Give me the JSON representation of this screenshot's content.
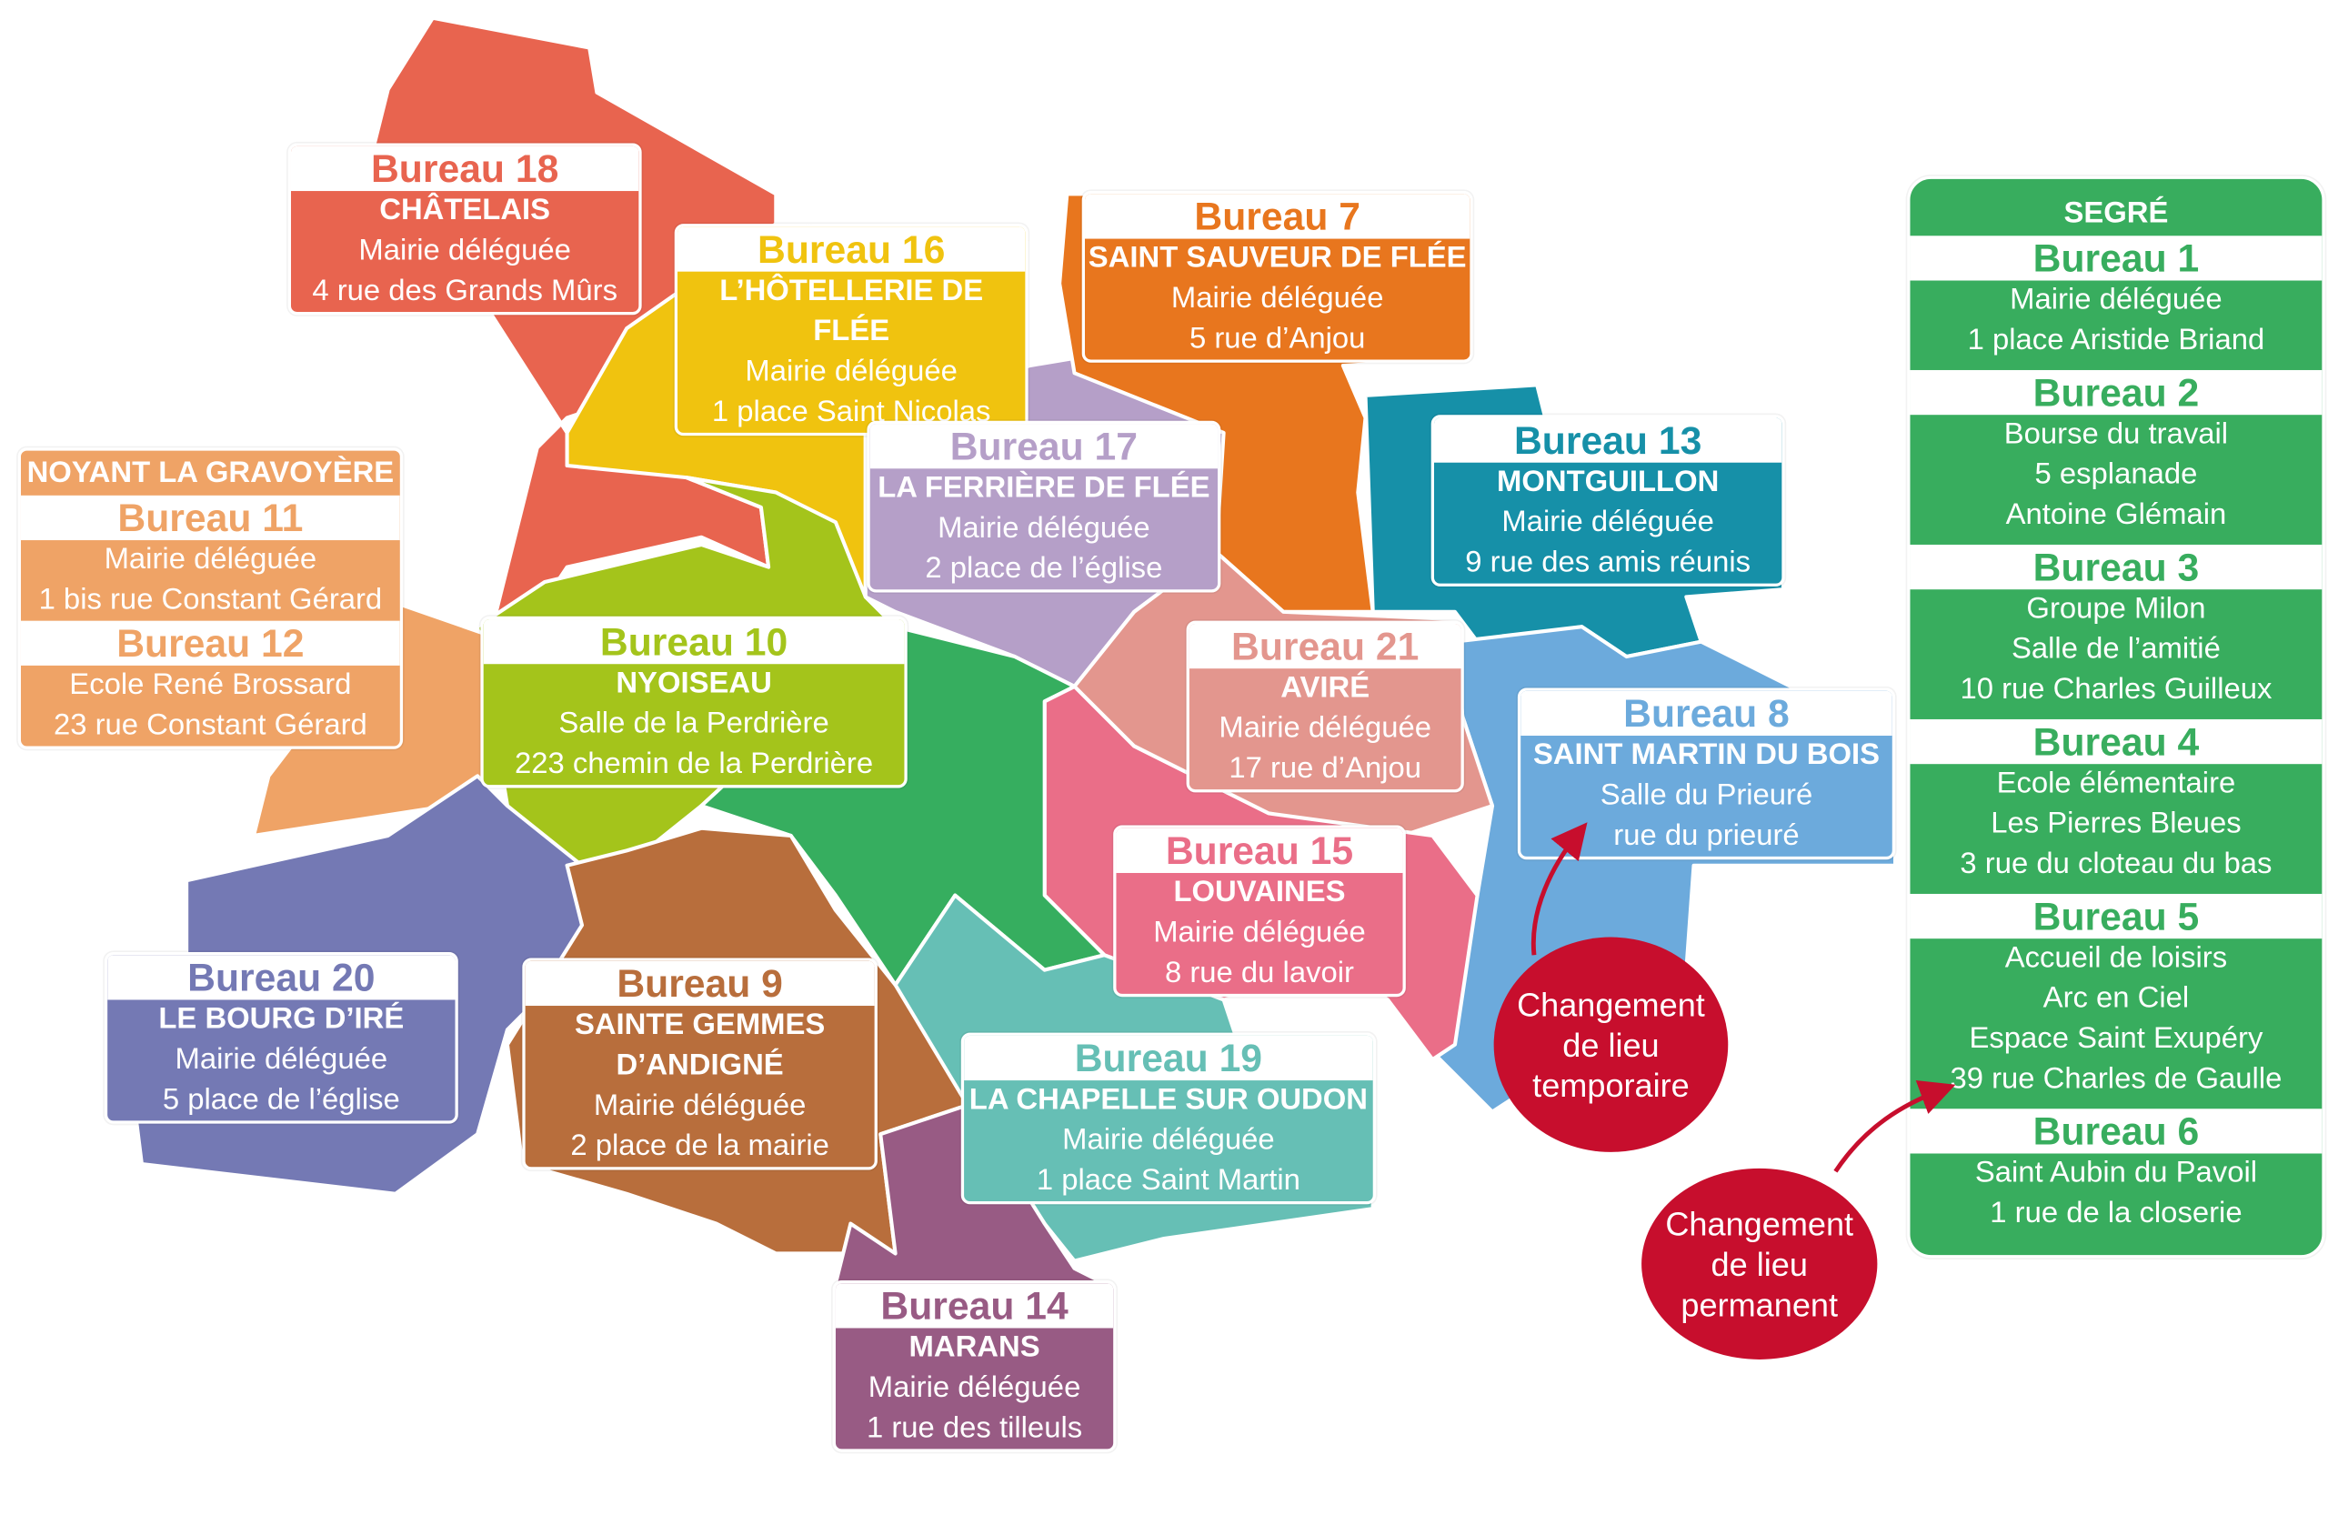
{
  "colors": {
    "b18": "#E8644F",
    "b16": "#F0C30F",
    "b7": "#E8761E",
    "noyant": "#EFA366",
    "b17": "#B59FC8",
    "b13": "#1690A8",
    "b10": "#A4C41B",
    "b21": "#E3968E",
    "b8": "#6CAADC",
    "b15": "#EA6E88",
    "b20": "#7479B4",
    "b9": "#B86E3C",
    "b19": "#66BFB5",
    "b14": "#985B84",
    "segre": "#38AD5E",
    "main_green": "#36AE5F",
    "callout": "#C70E2D"
  },
  "bureaus": {
    "b18": {
      "title": "Bureau 18",
      "name": "CHÂTELAIS",
      "lines": [
        "Mairie déléguée",
        "4 rue des Grands Mûrs"
      ]
    },
    "b16": {
      "title": "Bureau 16",
      "name": "L’HÔTELLERIE DE FLÉE",
      "lines": [
        "Mairie déléguée",
        "1 place Saint Nicolas"
      ]
    },
    "b7": {
      "title": "Bureau 7",
      "name": "SAINT SAUVEUR DE FLÉE",
      "lines": [
        "Mairie déléguée",
        "5 rue d’Anjou"
      ]
    },
    "b17": {
      "title": "Bureau 17",
      "name": "LA FERRIÈRE DE FLÉE",
      "lines": [
        "Mairie déléguée",
        "2 place de l’église"
      ]
    },
    "b13": {
      "title": "Bureau 13",
      "name": "MONTGUILLON",
      "lines": [
        "Mairie déléguée",
        "9 rue des amis réunis"
      ]
    },
    "b10": {
      "title": "Bureau 10",
      "name": "NYOISEAU",
      "lines": [
        "Salle de la Perdrière",
        "223 chemin de la Perdrière"
      ]
    },
    "b21": {
      "title": "Bureau 21",
      "name": "AVIRÉ",
      "lines": [
        "Mairie déléguée",
        "17 rue d’Anjou"
      ]
    },
    "b8": {
      "title": "Bureau 8",
      "name": "SAINT MARTIN DU BOIS",
      "lines": [
        "Salle du Prieuré",
        "rue du prieuré"
      ]
    },
    "b15": {
      "title": "Bureau 15",
      "name": "LOUVAINES",
      "lines": [
        "Mairie déléguée",
        "8 rue du lavoir"
      ]
    },
    "b20": {
      "title": "Bureau 20",
      "name": "LE BOURG D’IRÉ",
      "lines": [
        "Mairie déléguée",
        "5 place de l’église"
      ]
    },
    "b9": {
      "title": "Bureau 9",
      "name": [
        "SAINTE GEMMES",
        "D’ANDIGNÉ"
      ],
      "lines": [
        "Mairie déléguée",
        "2 place de la mairie"
      ]
    },
    "b19": {
      "title": "Bureau 19",
      "name": "LA CHAPELLE SUR OUDON",
      "lines": [
        "Mairie déléguée",
        "1 place Saint Martin"
      ]
    },
    "b14": {
      "title": "Bureau 14",
      "name": "MARANS",
      "lines": [
        "Mairie déléguée",
        "1 rue des tilleuls"
      ]
    }
  },
  "noyant": {
    "title": "NOYANT LA GRAVOYÈRE",
    "b11": {
      "title": "Bureau 11",
      "lines": [
        "Mairie déléguée",
        "1 bis rue Constant Gérard"
      ]
    },
    "b12": {
      "title": "Bureau 12",
      "lines": [
        "Ecole René Brossard",
        "23 rue Constant Gérard"
      ]
    }
  },
  "segre": {
    "title": "SEGRÉ",
    "bureaus": [
      {
        "title": "Bureau 1",
        "lines": [
          "Mairie déléguée",
          "1 place Aristide Briand"
        ]
      },
      {
        "title": "Bureau 2",
        "lines": [
          "Bourse du travail",
          "5 esplanade",
          "Antoine Glémain"
        ]
      },
      {
        "title": "Bureau 3",
        "lines": [
          "Groupe Milon",
          "Salle de l’amitié",
          "10 rue Charles Guilleux"
        ]
      },
      {
        "title": "Bureau 4",
        "lines": [
          "Ecole élémentaire",
          "Les Pierres Bleues",
          "3 rue du cloteau du bas"
        ]
      },
      {
        "title": "Bureau 5",
        "lines": [
          "Accueil de loisirs",
          "Arc en Ciel",
          "Espace Saint Exupéry",
          "39 rue Charles de Gaulle"
        ]
      },
      {
        "title": "Bureau 6",
        "lines": [
          "Saint Aubin du Pavoil",
          "1 rue de la closerie"
        ]
      }
    ]
  },
  "callouts": {
    "temporary": [
      "Changement",
      "de lieu",
      "temporaire"
    ],
    "permanent": [
      "Changement",
      "de lieu",
      "permanent"
    ]
  }
}
